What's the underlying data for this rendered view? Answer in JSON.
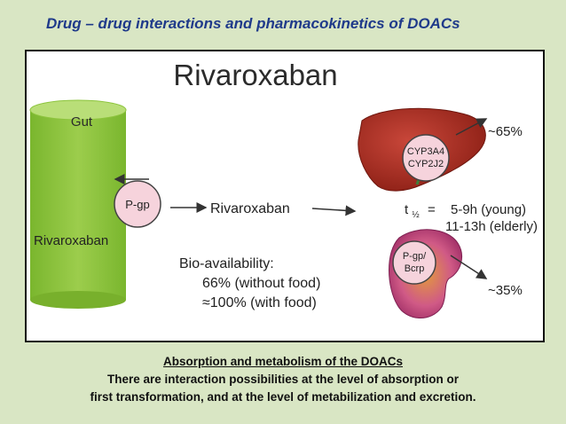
{
  "slide": {
    "title": "Drug – drug interactions and pharmacokinetics of DOACs"
  },
  "diagram": {
    "heading": "Rivaroxaban",
    "gut_label": "Gut",
    "gut_drug_label": "Rivaroxaban",
    "pgp_label": "P-gp",
    "flow_drug_label": "Rivaroxaban",
    "liver_enzymes": [
      "CYP3A4",
      "CYP2J2"
    ],
    "hepatic_percent": "~65%",
    "renal_transporters": [
      "P-gp/",
      "Bcrp"
    ],
    "renal_percent": "~35%",
    "half_life_symbol": "t",
    "half_life_subscript": "½",
    "half_life_equals": "=",
    "half_life_young": "5-9h (young)",
    "half_life_elderly": "11-13h (elderly)",
    "bioavailability_title": "Bio-availability:",
    "bioavailability_fasting": "66% (without food)",
    "bioavailability_fed": "≈100% (with food)",
    "colors": {
      "gut_green": "#8cc43c",
      "gut_top": "#b4dc6e",
      "circle_fill": "#f6d3dc",
      "liver": "#a8291b",
      "kidney": "#c83f78"
    }
  },
  "caption": {
    "title": "Absorption and metabolism of the DOACs",
    "line1": "There are interaction possibilities at the level of absorption or",
    "line2": "first transformation, and at the level of metabilization and excretion."
  }
}
